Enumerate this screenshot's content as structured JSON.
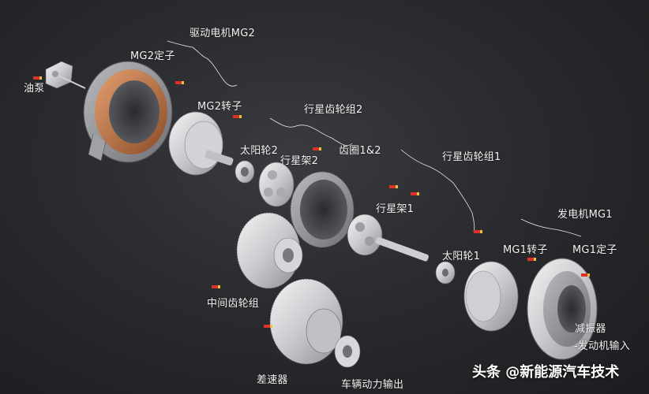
{
  "labels": {
    "drive_motor_mg2": "驱动电机MG2",
    "mg2_stator": "MG2定子",
    "oil_pump": "油泵",
    "mg2_rotor": "MG2转子",
    "planetary_set_2": "行星齿轮组2",
    "sun_gear_2": "太阳轮2",
    "carrier_2": "行星架2",
    "ring_gear_1_2": "齿圈1&2",
    "planetary_set_1": "行星齿轮组1",
    "carrier_1": "行星架1",
    "generator_mg1": "发电机MG1",
    "sun_gear_1": "太阳轮1",
    "mg1_rotor": "MG1转子",
    "mg1_stator": "MG1定子",
    "intermediate_gear_set": "中间齿轮组",
    "damper": "减振器",
    "engine_input": "-发动机输入",
    "differential": "差速器",
    "vehicle_power_output": "车辆动力输出"
  },
  "watermark": "头条 @新能源汽车技术",
  "colors": {
    "background": "#2a2b2e",
    "label_text": "#f2f2f2",
    "part_metal": "#d9dadc",
    "stator_winding": "#c77a4a",
    "marker_red": "#d8322a",
    "marker_yellow": "#e8c23a"
  }
}
